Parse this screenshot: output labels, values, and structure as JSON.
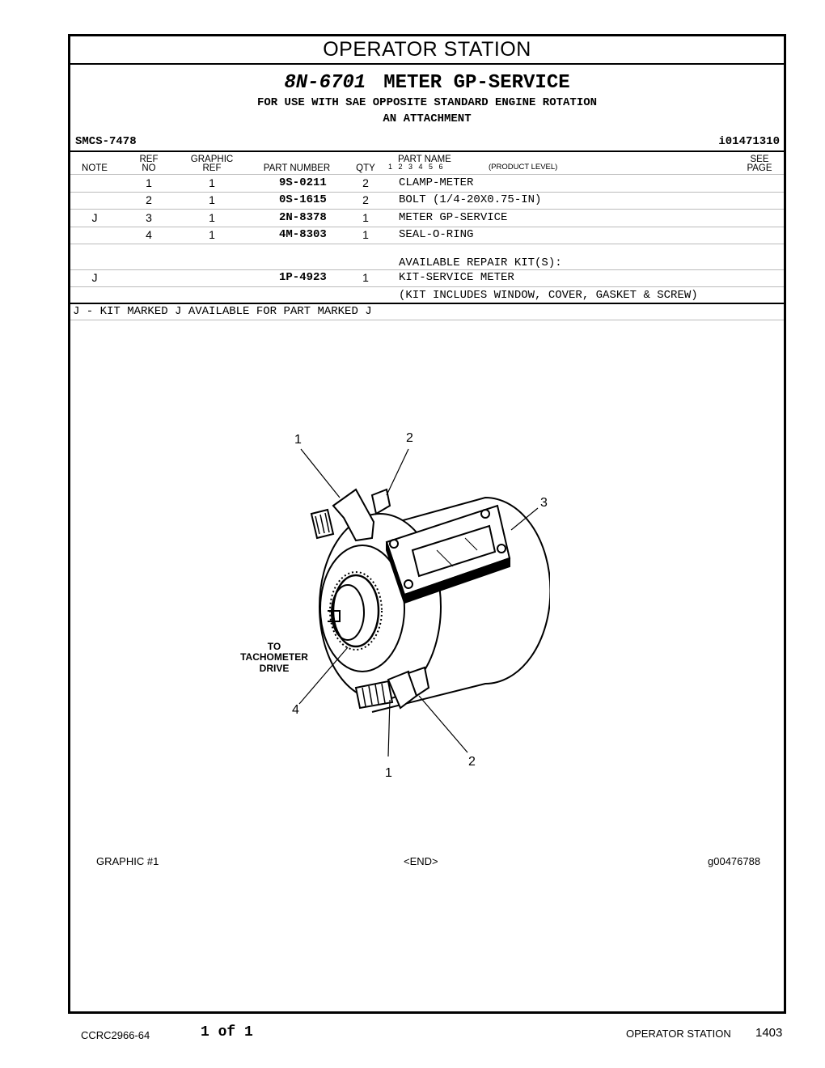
{
  "header": {
    "section_title": "OPERATOR STATION",
    "part_number": "8N-6701",
    "part_name": "METER GP-SERVICE",
    "subtitle_1": "FOR USE WITH SAE OPPOSITE STANDARD ENGINE ROTATION",
    "subtitle_2": "AN ATTACHMENT",
    "smcs": "SMCS-7478",
    "info_ref": "i01471310"
  },
  "columns": {
    "note": "NOTE",
    "ref_top": "REF",
    "ref_bottom": "NO",
    "graphic_top": "GRAPHIC",
    "graphic_bottom": "REF",
    "part_number": "PART NUMBER",
    "qty": "QTY",
    "part_name": "PART NAME",
    "levels": "1   2   3   4   5   6",
    "product_level": "(PRODUCT LEVEL)",
    "see_top": "SEE",
    "see_bottom": "PAGE"
  },
  "rows": [
    {
      "note": "",
      "ref": "1",
      "graphic": "1",
      "part_number": "9S-0211",
      "qty": "2",
      "name": "CLAMP-METER"
    },
    {
      "note": "",
      "ref": "2",
      "graphic": "1",
      "part_number": "0S-1615",
      "qty": "2",
      "name": "BOLT (1/4-20X0.75-IN)"
    },
    {
      "note": "J",
      "ref": "3",
      "graphic": "1",
      "part_number": "2N-8378",
      "qty": "1",
      "name": "METER GP-SERVICE"
    },
    {
      "note": "",
      "ref": "4",
      "graphic": "1",
      "part_number": "4M-8303",
      "qty": "1",
      "name": "SEAL-O-RING"
    }
  ],
  "kit": {
    "heading": "AVAILABLE REPAIR KIT(S):",
    "note": "J",
    "part_number": "1P-4923",
    "qty": "1",
    "name": "KIT-SERVICE METER",
    "includes": "(KIT INCLUDES WINDOW, COVER, GASKET & SCREW)"
  },
  "footnote": "J - KIT MARKED J AVAILABLE FOR PART MARKED J",
  "graphic": {
    "callouts": [
      "1",
      "2",
      "3",
      "4",
      "1",
      "2"
    ],
    "drive_label_1": "TO",
    "drive_label_2": "TACHOMETER",
    "drive_label_3": "DRIVE",
    "graphic_label": "GRAPHIC #1",
    "end_label": "<END>",
    "graphic_id": "g00476788"
  },
  "footer": {
    "doc_id": "CCRC2966-64",
    "page_of": "1 of 1",
    "section": "OPERATOR STATION",
    "page_number": "1403"
  }
}
